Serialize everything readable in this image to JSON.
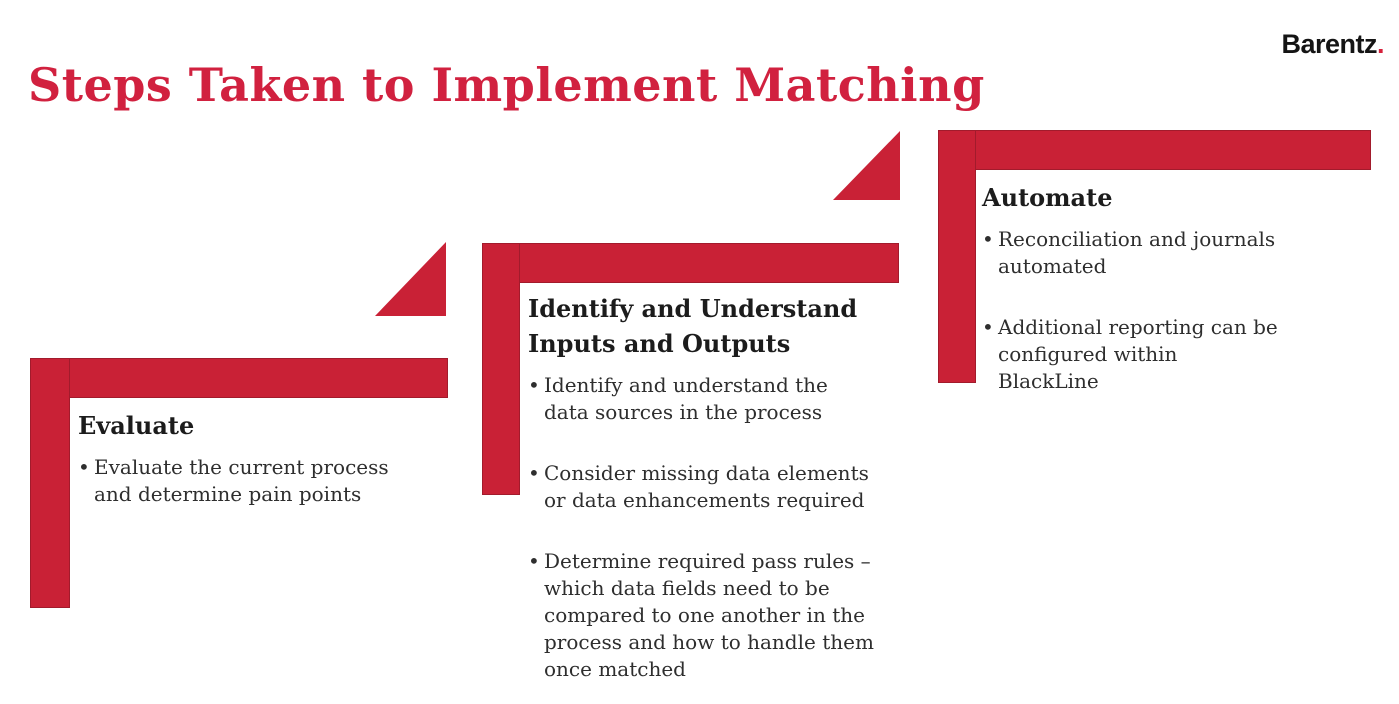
{
  "slide": {
    "title": "Steps Taken to Implement Matching",
    "logo": {
      "text": "Barentz",
      "dot": "."
    },
    "colors": {
      "accent_red": "#c92136",
      "title_red": "#d1213f",
      "logo_dot_red": "#d6203b",
      "heading_text": "#1c1c1c",
      "body_text": "#2e2e2e",
      "logo_text": "#141414",
      "background": "#ffffff"
    },
    "steps": [
      {
        "heading": "Evaluate",
        "bullets": [
          "Evaluate the current process and determine pain points"
        ]
      },
      {
        "heading": "Identify and Understand Inputs and Outputs",
        "bullets": [
          "Identify and understand the data sources in the process",
          "Consider missing data elements or data enhancements required",
          "Determine required pass rules – which data fields need to be compared to one another in the process and how to handle them once matched"
        ]
      },
      {
        "heading": "Automate",
        "bullets": [
          "Reconciliation and journals automated",
          "Additional reporting can be configured within BlackLine"
        ]
      }
    ]
  }
}
